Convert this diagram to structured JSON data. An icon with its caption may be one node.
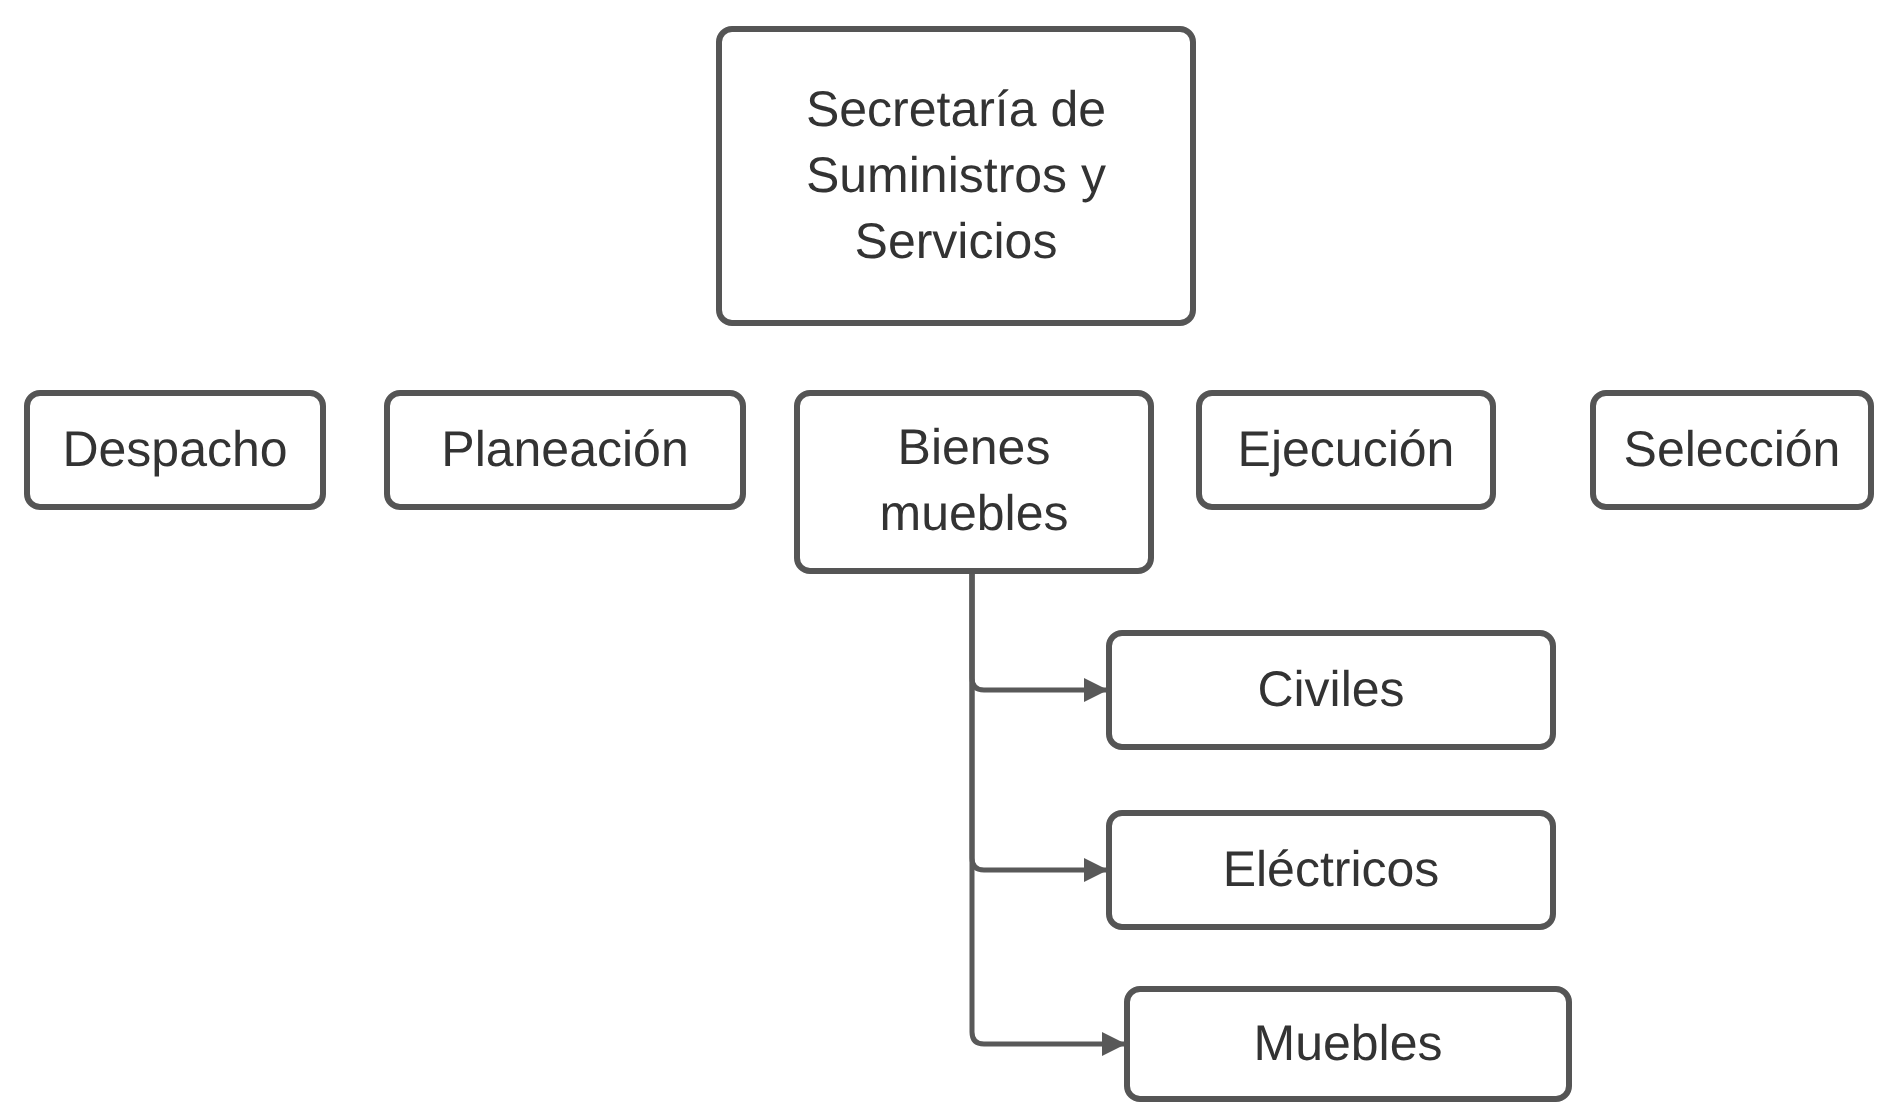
{
  "diagram": {
    "nodes": [
      {
        "text": [
          "Secretaría de Suministros y Servicios"
        ]
      },
      {
        "text": [
          "Despacho"
        ]
      },
      {
        "text": [
          "Planeación"
        ]
      },
      {
        "text": [
          "Bienes muebles"
        ]
      },
      {
        "text": [
          "Ejecución"
        ]
      },
      {
        "text": [
          "Selección"
        ]
      },
      {
        "text": [
          "Civiles"
        ]
      },
      {
        "text": [
          "Eléctricos"
        ]
      },
      {
        "text": [
          "Muebles"
        ]
      }
    ],
    "edges": [
      {
        "from": 3,
        "to": 6,
        "arrow": "to"
      },
      {
        "from": 3,
        "to": 7,
        "arrow": "to"
      },
      {
        "from": 3,
        "to": 8,
        "arrow": "to"
      }
    ]
  }
}
